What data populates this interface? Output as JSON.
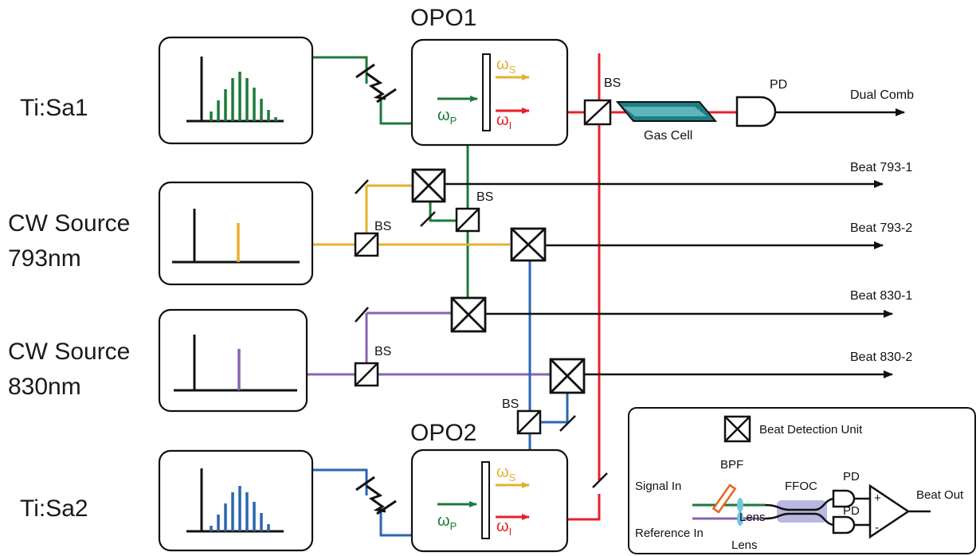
{
  "sources": {
    "tisa1": "Ti:Sa1",
    "cw793_line1": "CW Source",
    "cw793_line2": "793nm",
    "cw830_line1": "CW Source",
    "cw830_line2": "830nm",
    "tisa2": "Ti:Sa2"
  },
  "opo": {
    "opo1_title": "OPO1",
    "opo2_title": "OPO2",
    "omega": "ω",
    "sub_s": "S",
    "sub_p": "P",
    "sub_i": "I"
  },
  "labels": {
    "bs": "BS",
    "pd": "PD",
    "gas_cell": "Gas Cell"
  },
  "outputs": {
    "dual_comb": "Dual Comb",
    "beat_793_1": "Beat 793-1",
    "beat_793_2": "Beat 793-2",
    "beat_830_1": "Beat 830-1",
    "beat_830_2": "Beat 830-2"
  },
  "legend": {
    "title": "Beat Detection Unit",
    "bpf": "BPF",
    "signal_in": "Signal In",
    "reference_in": "Reference In",
    "lens": "Lens",
    "ffoc": "FFOC",
    "pd": "PD",
    "plus": "+",
    "minus": "-",
    "beat_out": "Beat Out"
  },
  "colors": {
    "green": "#1c7a3a",
    "orange": "#e6b030",
    "red": "#e8202a",
    "purple": "#8a64b0",
    "blue": "#2a66b0",
    "cyan": "#6fc6e0",
    "ffoc_shade": "#b8b8e0",
    "bpf": "#e8641e",
    "ink": "#111111"
  }
}
